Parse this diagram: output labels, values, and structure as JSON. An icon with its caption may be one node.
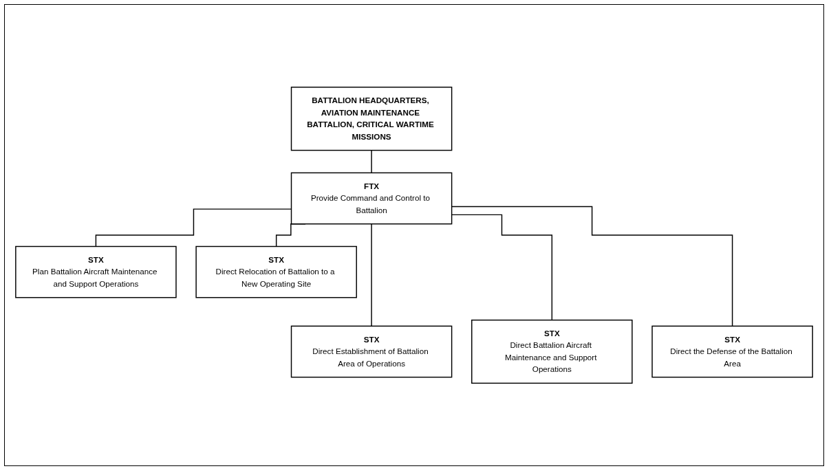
{
  "diagram": {
    "nodes": [
      {
        "text": [
          "BATTALION HEADQUARTERS, AVIATION MAINTENANCE BATTALION, CRITICAL WARTIME MISSIONS"
        ]
      },
      {
        "text": [
          "FTX",
          "Provide Command and Control to Battalion"
        ]
      },
      {
        "text": [
          "STX",
          "Plan Battalion Aircraft Maintenance and Support Operations"
        ]
      },
      {
        "text": [
          "STX",
          "Direct Relocation of Battalion to a New Operating Site"
        ]
      },
      {
        "text": [
          "STX",
          "Direct Establishment of Battalion Area of Operations"
        ]
      },
      {
        "text": [
          "STX",
          "Direct Battalion Aircraft Maintenance and Support Operations"
        ]
      },
      {
        "text": [
          "STX",
          "Direct the Defense of the Battalion Area"
        ]
      }
    ],
    "edges": [
      {
        "from": 0,
        "to": 1,
        "arrow": "none"
      },
      {
        "from": 1,
        "to": 2,
        "arrow": "none"
      },
      {
        "from": 1,
        "to": 3,
        "arrow": "none"
      },
      {
        "from": 1,
        "to": 4,
        "arrow": "none"
      },
      {
        "from": 1,
        "to": 5,
        "arrow": "none"
      },
      {
        "from": 1,
        "to": 6,
        "arrow": "none"
      }
    ]
  }
}
